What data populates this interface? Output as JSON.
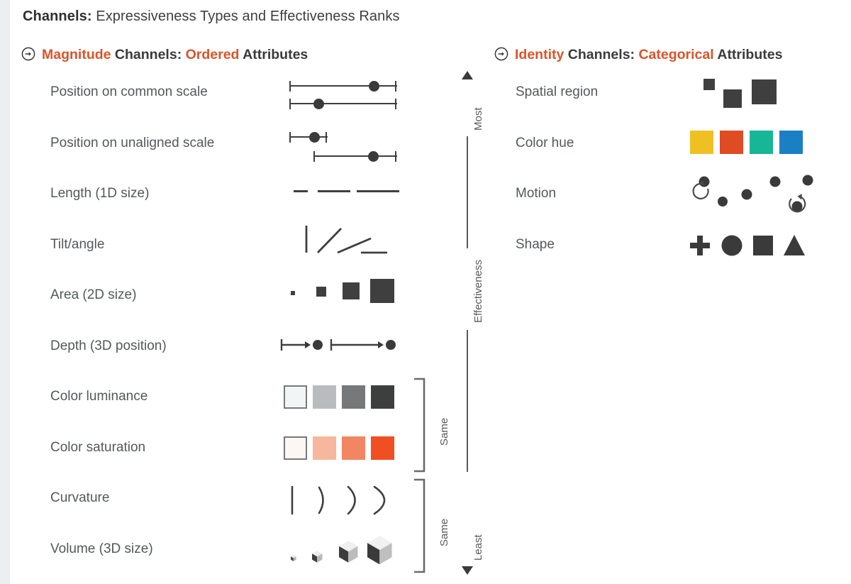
{
  "figure": {
    "title_bold": "Channels:",
    "title_rest": " Expressiveness Types and Effectiveness Ranks"
  },
  "sections": {
    "magnitude": {
      "icon": "circled-right-arrow-icon",
      "word1": "Magnitude",
      "word2": "Channels:",
      "word3": "Ordered",
      "word4": "Attributes"
    },
    "identity": {
      "icon": "circled-right-arrow-icon",
      "word1": "Identity",
      "word2": "Channels:",
      "word3": "Categorical",
      "word4": "Attributes"
    }
  },
  "axis": {
    "top_label": "Most",
    "mid_label": "Effectiveness",
    "bottom_label": "Least",
    "top_arrow": "triangle-up-icon",
    "bottom_arrow": "triangle-down-icon"
  },
  "brackets": [
    {
      "label": "Same",
      "covers": [
        "Color luminance",
        "Color saturation"
      ]
    },
    {
      "label": "Same",
      "covers": [
        "Curvature",
        "Volume (3D size)"
      ]
    }
  ],
  "magnitude_rows": [
    {
      "rank": 1,
      "label": "Position on common scale",
      "glyph": "two-aligned-range-bars"
    },
    {
      "rank": 2,
      "label": "Position on unaligned scale",
      "glyph": "two-offset-range-bars"
    },
    {
      "rank": 3,
      "label": "Length (1D size)",
      "glyph": "three-lines-increasing"
    },
    {
      "rank": 4,
      "label": "Tilt/angle",
      "glyph": "four-tilted-lines"
    },
    {
      "rank": 5,
      "label": "Area (2D size)",
      "glyph": "four-squares-increasing"
    },
    {
      "rank": 6,
      "label": "Depth (3D position)",
      "glyph": "two-arrows-with-dots"
    },
    {
      "rank": 7,
      "label": "Color luminance",
      "glyph": "four-gray-swatches"
    },
    {
      "rank": 8,
      "label": "Color saturation",
      "glyph": "four-orange-swatches"
    },
    {
      "rank": 9,
      "label": "Curvature",
      "glyph": "four-arcs-increasing"
    },
    {
      "rank": 10,
      "label": "Volume (3D size)",
      "glyph": "four-cubes-increasing"
    }
  ],
  "identity_rows": [
    {
      "rank": 1,
      "label": "Spatial region",
      "glyph": "three-staggered-squares"
    },
    {
      "rank": 2,
      "label": "Color hue",
      "glyph": "four-hue-swatches"
    },
    {
      "rank": 3,
      "label": "Motion",
      "glyph": "dots-with-rotation-arrows"
    },
    {
      "rank": 4,
      "label": "Shape",
      "glyph": "plus-circle-square-triangle"
    }
  ],
  "chart_data": {
    "type": "table",
    "title": "Channels: Expressiveness Types and Effectiveness Ranks",
    "xlabel": "",
    "ylabel": "Effectiveness",
    "ylim": [
      "Least",
      "Most"
    ],
    "grid": false,
    "legend": "none",
    "categories": [
      "Magnitude Channels: Ordered Attributes",
      "Identity Channels: Categorical Attributes"
    ],
    "series": [
      {
        "name": "Magnitude Channels: Ordered Attributes",
        "values": [
          "Position on common scale",
          "Position on unaligned scale",
          "Length (1D size)",
          "Tilt/angle",
          "Area (2D size)",
          "Depth (3D position)",
          "Color luminance",
          "Color saturation",
          "Curvature",
          "Volume (3D size)"
        ]
      },
      {
        "name": "Identity Channels: Categorical Attributes",
        "values": [
          "Spatial region",
          "Color hue",
          "Motion",
          "Shape"
        ]
      }
    ],
    "annotations": [
      "Most",
      "Effectiveness",
      "Least",
      "Same",
      "Same"
    ]
  },
  "palette": {
    "accent_orange": "#d9542b",
    "text_dark": "#3a3a3a",
    "text_gray": "#54585a",
    "glyph_dark": "#3f3f3f",
    "luminance": [
      "#f2f5f6",
      "#b9bcbe",
      "#76787a",
      "#3d3e3e"
    ],
    "saturation": [
      "#fdf7f4",
      "#f6b79c",
      "#f28663",
      "#f04e23"
    ],
    "hue": [
      "#efc024",
      "#de4c23",
      "#16b796",
      "#1b7fc4"
    ],
    "background": "#ffffff",
    "left_strip": "#eceeef"
  }
}
